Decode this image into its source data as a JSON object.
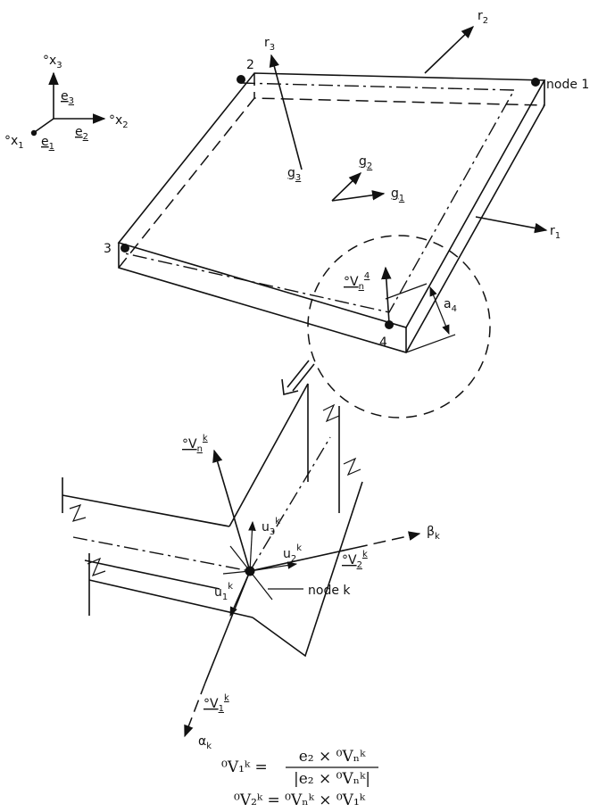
{
  "global_axes": {
    "x1": "°x",
    "x1_sub": "1",
    "x2": "°x",
    "x2_sub": "2",
    "x3": "°x",
    "x3_sub": "3",
    "e1": "e",
    "e1_sub": "1",
    "e2": "e",
    "e2_sub": "2",
    "e3": "e",
    "e3_sub": "3"
  },
  "shell": {
    "r1": "r",
    "r1_sub": "1",
    "r2": "r",
    "r2_sub": "2",
    "r3": "r",
    "r3_sub": "3",
    "g1": "g",
    "g1_sub": "1",
    "g2": "g",
    "g2_sub": "2",
    "g3": "g",
    "g3_sub": "3",
    "node1_label": "node 1",
    "node2_label": "2",
    "node3_label": "3",
    "node4_label": "4",
    "vn4_main": "°V",
    "vn4_sub": "n",
    "vn4_sup": "4",
    "a4_main": "a",
    "a4_sub": "4"
  },
  "detail": {
    "vnk_main": "°V",
    "vnk_sub": "n",
    "vnk_sup": "k",
    "v1k_main": "°V",
    "v1k_sub": "1",
    "v1k_sup": "k",
    "v2k_main": "°V",
    "v2k_sub": "2",
    "v2k_sup": "k",
    "u1k_main": "u",
    "u1k_sub": "1",
    "u1k_sup": "k",
    "u2k_main": "u",
    "u2k_sub": "2",
    "u2k_sup": "k",
    "u3k_main": "u",
    "u3k_sub": "3",
    "u3k_sup": "k",
    "alpha_main": "α",
    "alpha_sub": "k",
    "beta_main": "β",
    "beta_sub": "k",
    "nodek_label": "node k"
  },
  "equations": {
    "eq1_lhs": "⁰V₁ᵏ =",
    "eq1_num": "e₂ × ⁰Vₙᵏ",
    "eq1_den": "|e₂ × ⁰Vₙᵏ|",
    "eq2": "⁰V₂ᵏ = ⁰Vₙᵏ × ⁰V₁ᵏ"
  }
}
